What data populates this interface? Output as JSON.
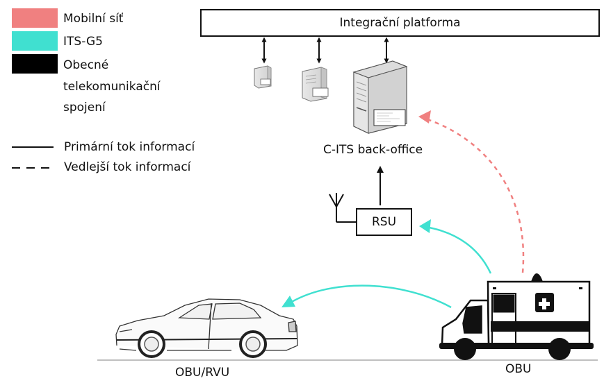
{
  "legend": {
    "colors": [
      {
        "label": "Mobilní síť",
        "color": "#F08080"
      },
      {
        "label": "ITS-G5",
        "color": "#40E0D0"
      },
      {
        "label": "Obecné",
        "color": "#000000"
      }
    ],
    "general_label_lines": [
      "Obecné",
      "telekomunikační",
      "spojení"
    ],
    "lines": [
      {
        "style": "solid",
        "label": "Primární tok informací"
      },
      {
        "style": "dashed",
        "label": "Vedlejší tok informací"
      }
    ]
  },
  "nodes": {
    "platform": "Integrační platforma",
    "backoffice": "C-ITS back-office",
    "rsu": "RSU",
    "car": "OBU/RVU",
    "ambulance": "OBU"
  },
  "icons": {
    "servers": [
      "server-small-icon",
      "server-medium-icon",
      "server-large-icon"
    ],
    "antenna": "antenna-icon",
    "car": "car-icon",
    "ambulance": "ambulance-icon"
  },
  "connections": [
    {
      "from": "platform",
      "to": "server-small",
      "type": "bidirectional",
      "medium": "general"
    },
    {
      "from": "platform",
      "to": "server-medium",
      "type": "bidirectional",
      "medium": "general"
    },
    {
      "from": "platform",
      "to": "backoffice",
      "type": "bidirectional",
      "medium": "general"
    },
    {
      "from": "rsu",
      "to": "backoffice",
      "type": "primary",
      "medium": "general"
    },
    {
      "from": "ambulance",
      "to": "rsu",
      "type": "primary",
      "medium": "ITS-G5"
    },
    {
      "from": "ambulance",
      "to": "car",
      "type": "primary",
      "medium": "ITS-G5"
    },
    {
      "from": "ambulance",
      "to": "backoffice",
      "type": "secondary",
      "medium": "mobile"
    }
  ],
  "colors": {
    "mobile": "#F08080",
    "its_g5": "#40E0D0",
    "general": "#000000"
  }
}
